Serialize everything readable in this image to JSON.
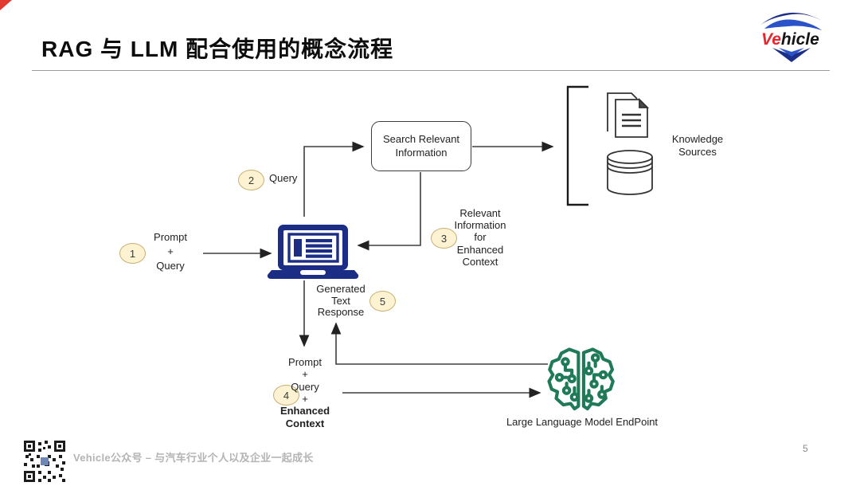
{
  "slide": {
    "title": "RAG 与 LLM 配合使用的概念流程",
    "page_number": "5",
    "footer_text": "Vehicle公众号 – 与汽车行业个人以及企业一起成长"
  },
  "logo": {
    "text_red": "Ve",
    "text_dark": "hicle"
  },
  "diagram": {
    "search_box": "Search Relevant\nInformation",
    "knowledge_sources": "Knowledge\nSources",
    "llm_label": "Large Language Model EndPoint",
    "steps": [
      {
        "num": "1",
        "label": "Prompt\n+\nQuery"
      },
      {
        "num": "2",
        "label": "Query"
      },
      {
        "num": "3",
        "label": "Relevant\nInformation\nfor\nEnhanced\nContext"
      },
      {
        "num": "4",
        "label": "Prompt\n+\nQuery\n+",
        "label_bold": "Enhanced\nContext"
      },
      {
        "num": "5",
        "label": "Generated\nText\nResponse"
      }
    ],
    "colors": {
      "corner_accent": "#e03a31",
      "laptop_blue": "#1b2d84",
      "brain_green": "#1e7a57",
      "badge_fill": "#fdf3d2",
      "badge_border": "#c9ae6f",
      "connector_line": "#3f3f3f",
      "logo_red": "#e8262d",
      "logo_navy": "#1d2f87",
      "logo_blue": "#2a52c9",
      "footer_gray": "#b4b4b4"
    }
  }
}
